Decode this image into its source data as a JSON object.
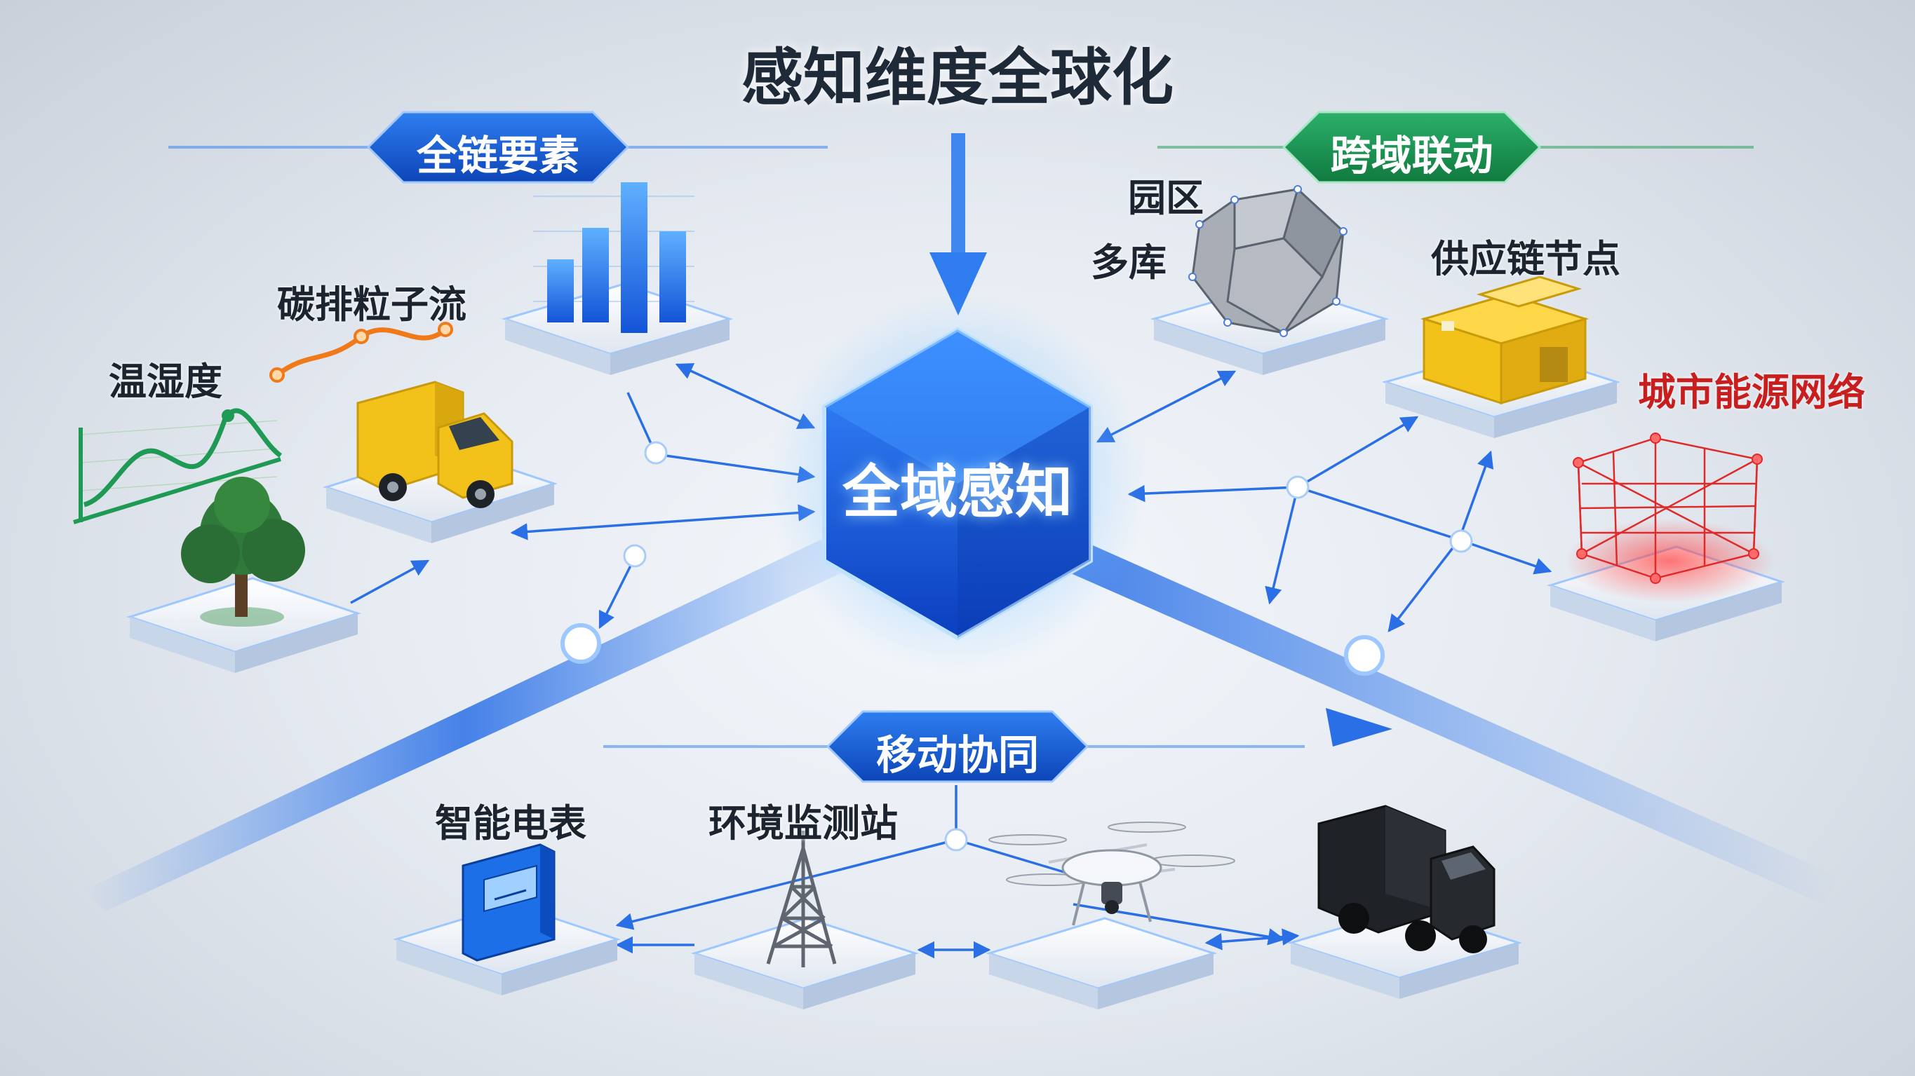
{
  "title": "感知维度全球化",
  "core": {
    "label": "全域感知"
  },
  "badges": {
    "left": "全链要素",
    "right": "跨域联动",
    "bottom": "移动协同"
  },
  "left_group": {
    "carbon": "碳排粒子流",
    "humidity": "温湿度"
  },
  "right_group": {
    "park": "园区",
    "warehouse": "多库",
    "supply": "供应链节点",
    "energy": "城市能源网络"
  },
  "bottom_group": {
    "meter": "智能电表",
    "station": "环境监测站"
  },
  "colors": {
    "blue": "#1f6fe0",
    "green": "#1f9a55",
    "red": "#e02a2a",
    "orange": "#f07a1a",
    "yellow": "#f2c21a"
  }
}
